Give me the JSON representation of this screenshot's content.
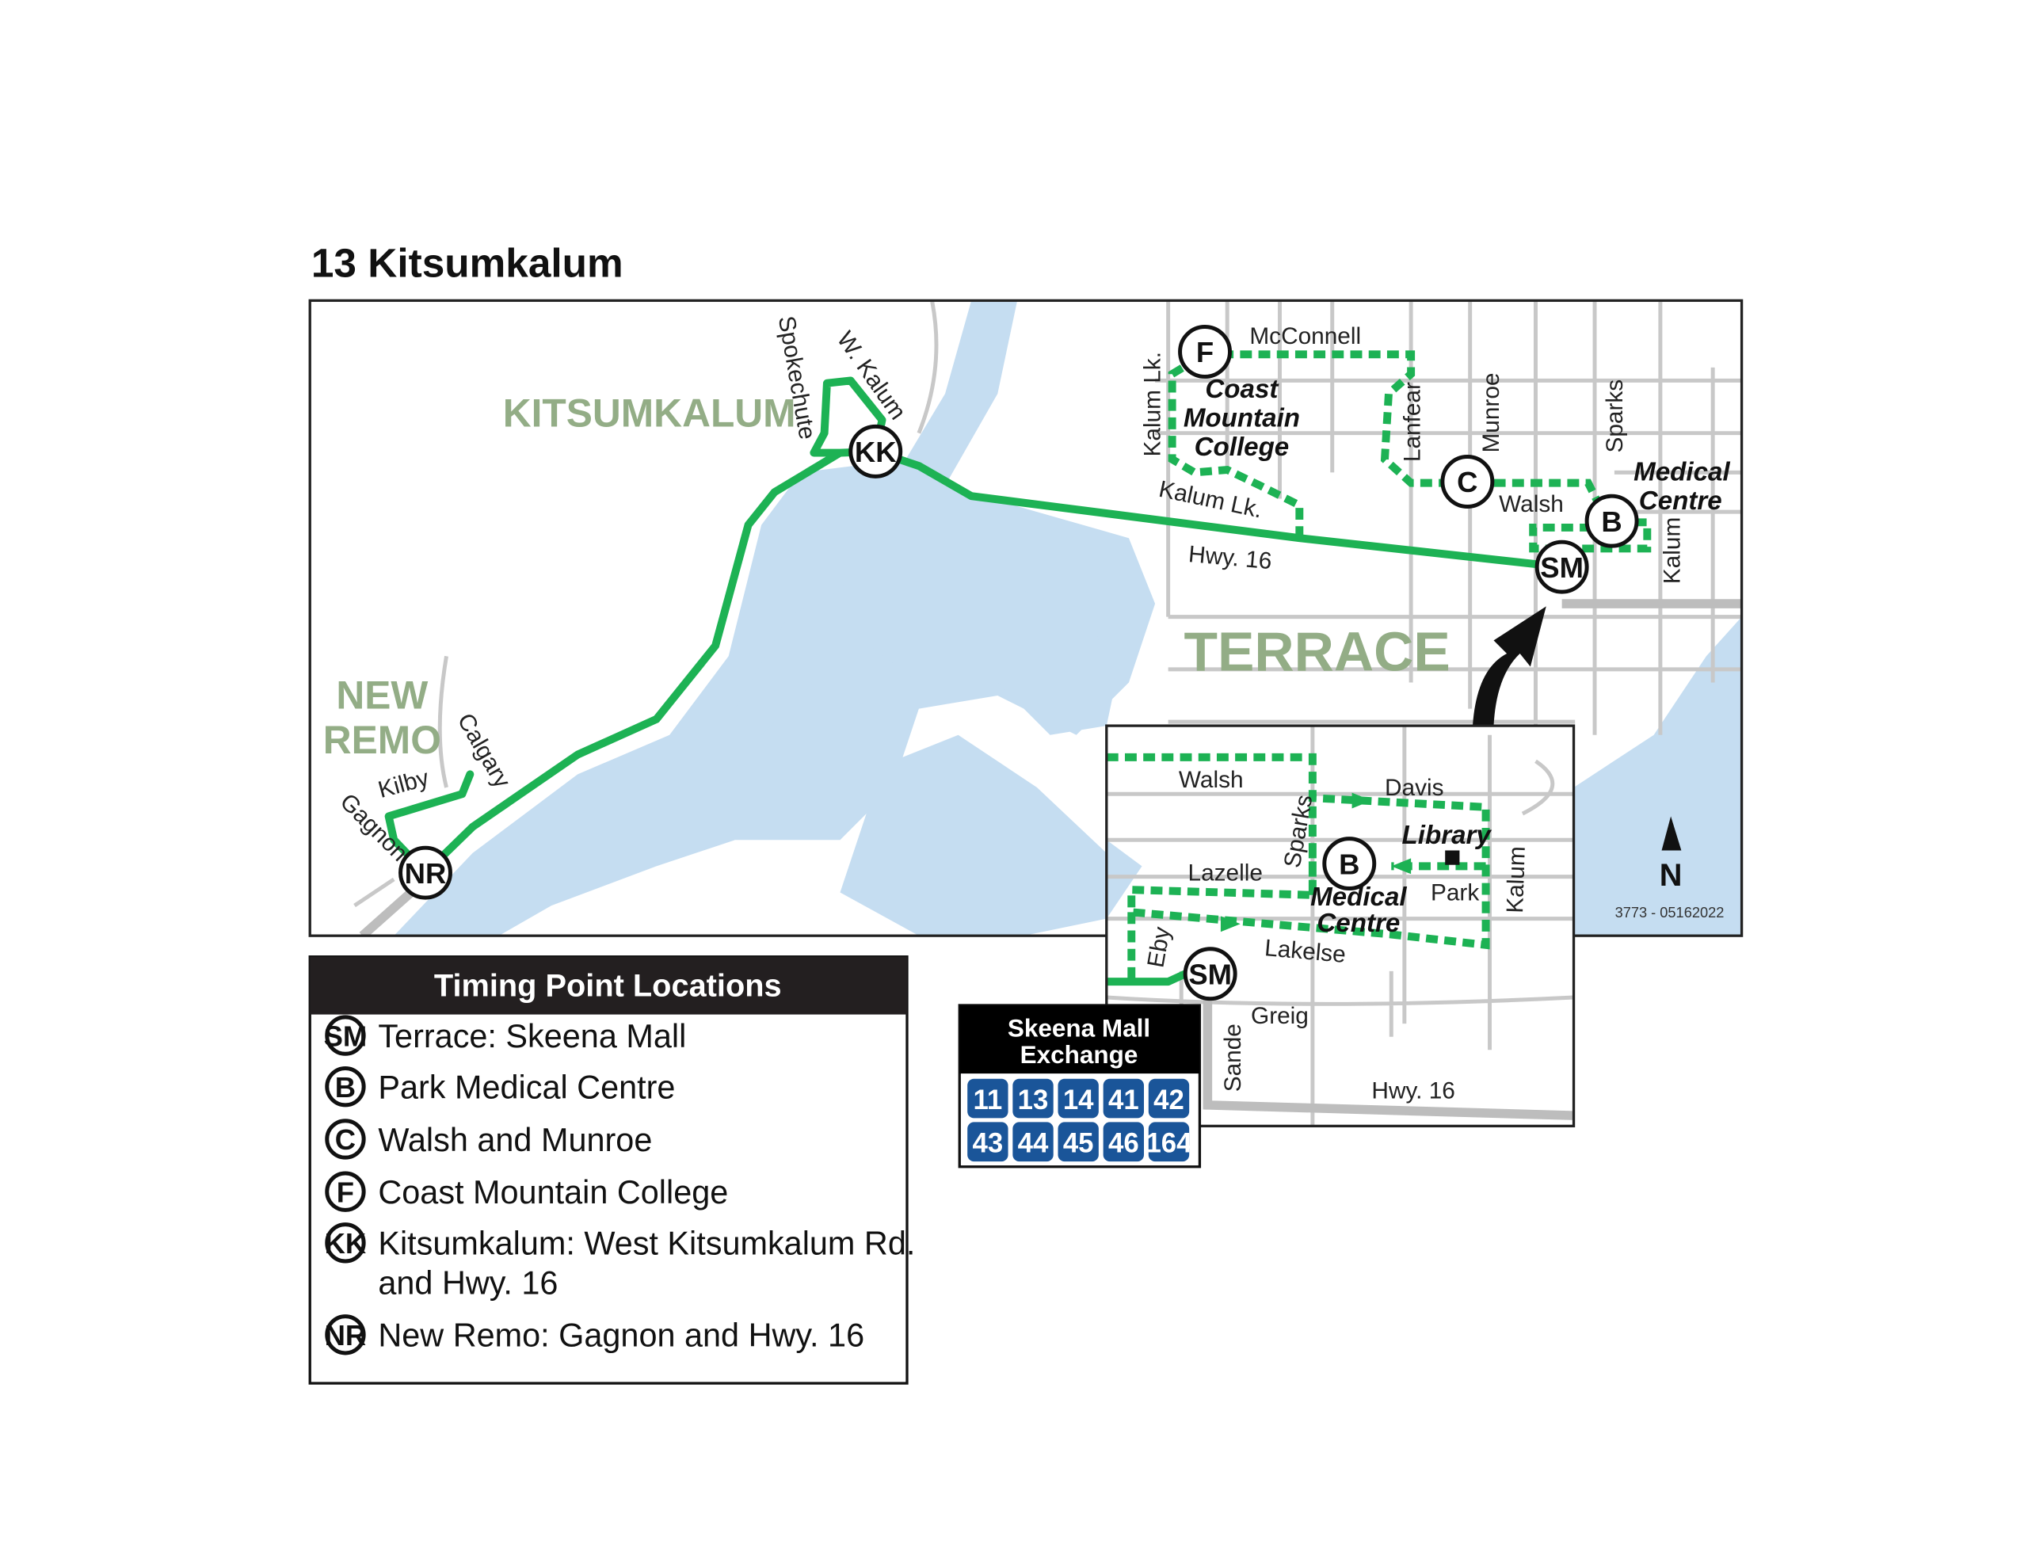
{
  "title": "13 Kitsumkalum",
  "places": {
    "kitsumkalum": "KITSUMKALUM",
    "new": "NEW",
    "remo": "REMO",
    "terrace": "TERRACE"
  },
  "streets": {
    "spokechute": "Spokechute",
    "w_kalum": "W. Kalum",
    "mcconnell": "McConnell",
    "kalum_lk_v": "Kalum Lk.",
    "kalum_lk_h": "Kalum Lk.",
    "lanfear": "Lanfear",
    "munroe": "Munroe",
    "sparks": "Sparks",
    "walsh": "Walsh",
    "kalum": "Kalum",
    "hwy16": "Hwy. 16",
    "calgary": "Calgary",
    "kilby": "Kilby",
    "gagnon": "Gagnon"
  },
  "pois": {
    "college_1": "Coast",
    "college_2": "Mountain",
    "college_3": "College",
    "medical_1": "Medical",
    "medical_2": "Centre"
  },
  "stops": {
    "F": "F",
    "KK": "KK",
    "C": "C",
    "B": "B",
    "SM": "SM",
    "NR": "NR"
  },
  "inset": {
    "streets": {
      "walsh": "Walsh",
      "davis": "Davis",
      "sparks": "Sparks",
      "lazelle": "Lazelle",
      "park": "Park",
      "kalum": "Kalum",
      "eby": "Eby",
      "lakelse": "Lakelse",
      "greig": "Greig",
      "sande": "Sande",
      "hwy16": "Hwy. 16"
    },
    "pois": {
      "library": "Library",
      "medical_1": "Medical",
      "medical_2": "Centre"
    }
  },
  "north_label": "N",
  "map_code": "3773 - 05162022",
  "exchange": {
    "title_1": "Skeena Mall",
    "title_2": "Exchange",
    "routes": [
      "11",
      "13",
      "14",
      "41",
      "42",
      "43",
      "44",
      "45",
      "46",
      "164"
    ],
    "badge_color": "#1a5599"
  },
  "timing": {
    "header": "Timing Point Locations",
    "items": [
      {
        "code": "SM",
        "label": "Terrace: Skeena Mall"
      },
      {
        "code": "B",
        "label": "Park Medical Centre"
      },
      {
        "code": "C",
        "label": "Walsh and Munroe"
      },
      {
        "code": "F",
        "label": "Coast Mountain College"
      },
      {
        "code": "KK",
        "label": "Kitsumkalum: West Kitsumkalum Rd.",
        "label2": "and Hwy. 16"
      },
      {
        "code": "NR",
        "label": "New Remo: Gagnon and Hwy. 16"
      }
    ]
  },
  "colors": {
    "route": "#1db254",
    "water": "#c5ddf1",
    "place": "#93ad86"
  }
}
